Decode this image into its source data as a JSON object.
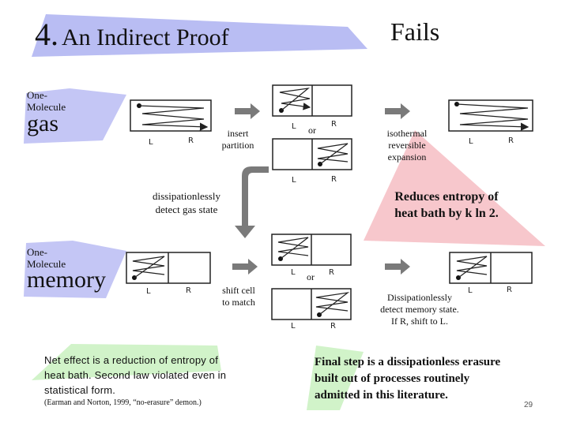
{
  "title": {
    "number": "4.",
    "text": "An Indirect Proof",
    "fails": "Fails"
  },
  "gas_label": {
    "small": "One-\nMolecule",
    "big": "gas"
  },
  "memory_label": {
    "small": "One-\nMolecule",
    "big": "memory"
  },
  "annotations": {
    "insert_partition": "insert\npartition",
    "or_top": "or",
    "or_bottom": "or",
    "isothermal": "isothermal\nreversible\nexpansion",
    "dissipationless_detect": "dissipationlessly\ndetect gas state",
    "reduces_entropy": "Reduces entropy of\nheat bath by k ln 2.",
    "shift_cell": "shift cell\nto match",
    "detect_memory": "Dissipationlessly\ndetect memory state.\nIf R, shift to L."
  },
  "box_labels": {
    "L": "L",
    "R": "R"
  },
  "net_effect": "Net effect is a reduction of entropy of\nheat bath. Second law violated even in\nstatistical form.",
  "citation": "(Earman and Norton, 1999, “no-erasure” demon.)",
  "final_step": "Final step is a dissipationless erasure\nbuilt out of processes routinely\nadmitted in this literature.",
  "page_number": "29",
  "colors": {
    "title_highlight": "#b9bdf3",
    "label_highlight": "#c4c6f5",
    "pink": "#f7c7cc",
    "green": "#d1f3c9",
    "arrow_gray": "#7a7a7a"
  }
}
